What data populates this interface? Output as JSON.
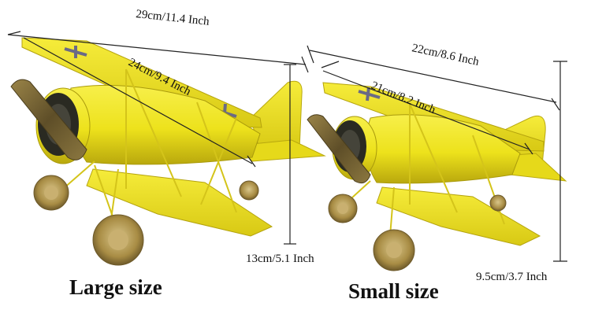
{
  "large": {
    "title": "Large size",
    "width_label": "29cm/11.4 Inch",
    "length_label": "24cm/9.4 Inch",
    "height_label": "13cm/5.1 Inch"
  },
  "small": {
    "title": "Small size",
    "width_label": "22cm/8.6 Inch",
    "length_label": "21cm/8.2 Inch",
    "height_label": "9.5cm/3.7 Inch"
  },
  "colors": {
    "body_yellow": "#f2e81e",
    "shadow_yellow": "#c9b90e",
    "wheel_gold": "#b59a52",
    "propeller_bronze": "#7a6636",
    "engine_dark": "#2a2a22",
    "measure_line": "#222222"
  }
}
